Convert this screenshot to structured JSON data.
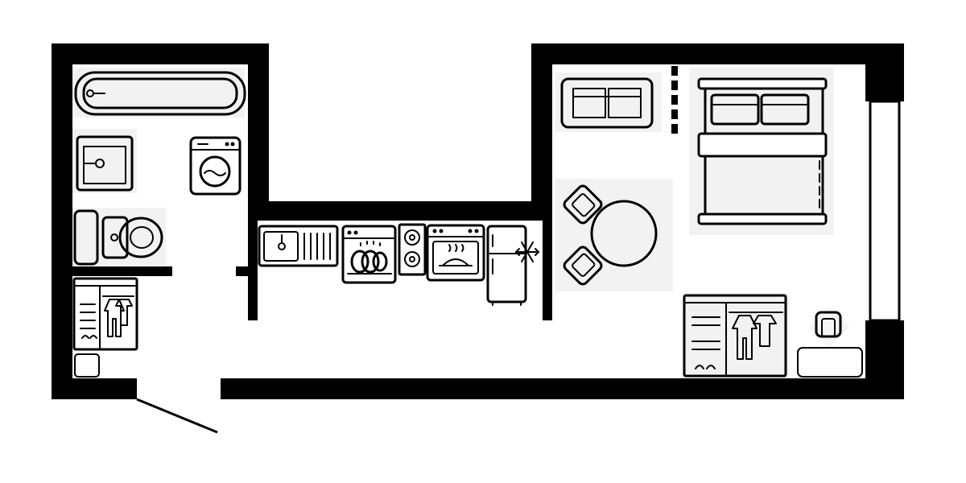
{
  "plan": {
    "watermark_text": "",
    "wall_color": "#000000",
    "background_color": "#ffffff"
  },
  "rooms": [
    {
      "name": "bathroom",
      "fixtures": [
        "bathtub-icon",
        "sink-icon",
        "washing-machine-icon",
        "toilet-icon"
      ]
    },
    {
      "name": "hallway",
      "fixtures": [
        "wardrobe-icon",
        "shoe-cabinet-icon",
        "entrance-door-icon"
      ]
    },
    {
      "name": "kitchen",
      "fixtures": [
        "kitchen-sink-icon",
        "dishwasher-icon",
        "cooktop-icon",
        "oven-icon",
        "fridge-icon"
      ]
    },
    {
      "name": "living-room",
      "fixtures": [
        "sofa-icon",
        "double-bed-icon",
        "armchair-icon",
        "round-table-icon",
        "wardrobe-icon",
        "chair-icon",
        "bench-icon"
      ]
    }
  ]
}
